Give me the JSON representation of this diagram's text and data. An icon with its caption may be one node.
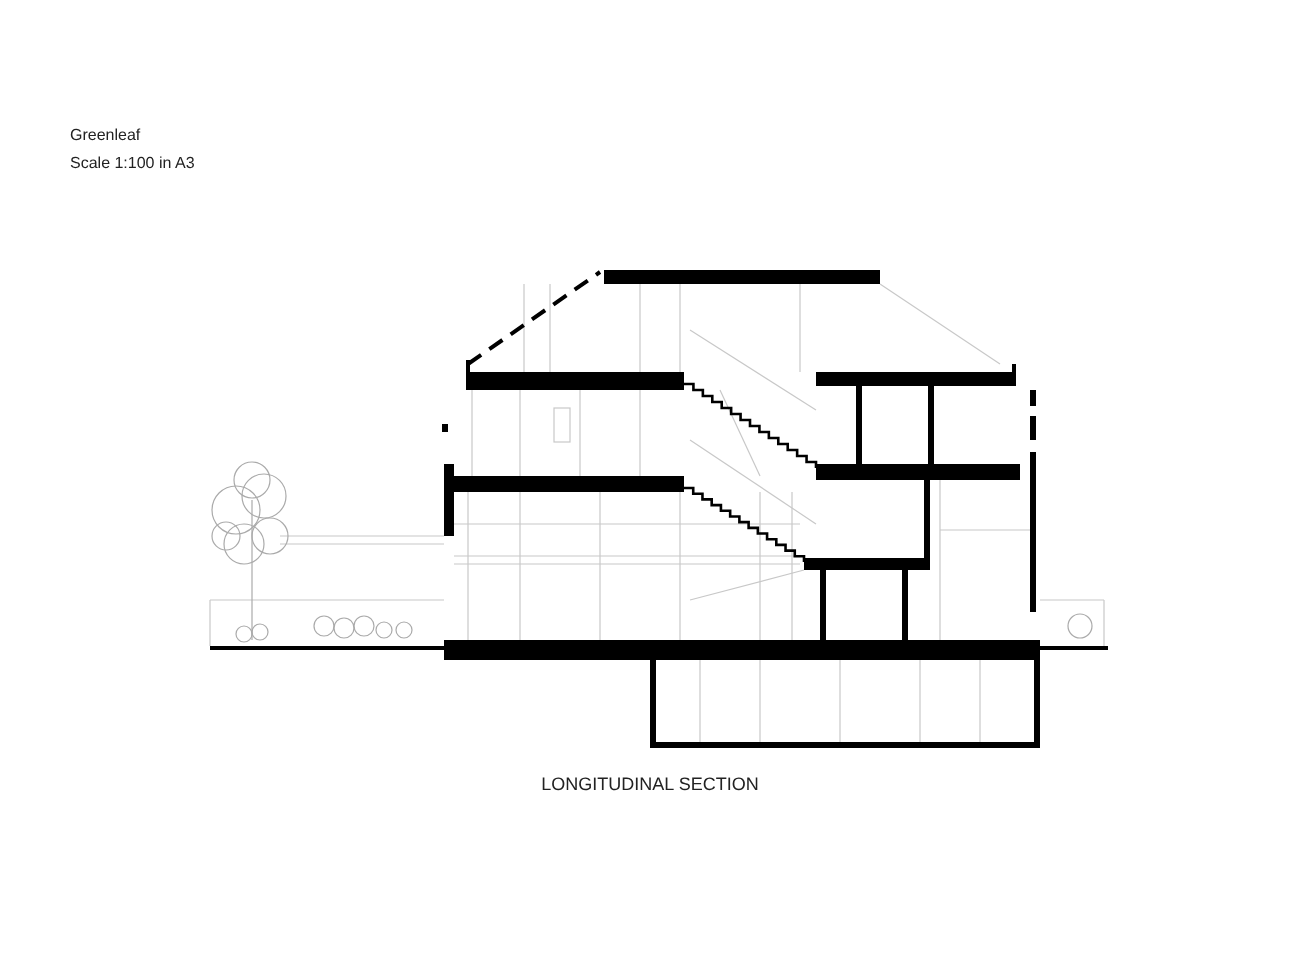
{
  "diagram": {
    "title": "Greenleaf",
    "caption": "LONGITUDINAL SECTION",
    "labels": [
      "Scale 1:100 in A3"
    ]
  }
}
